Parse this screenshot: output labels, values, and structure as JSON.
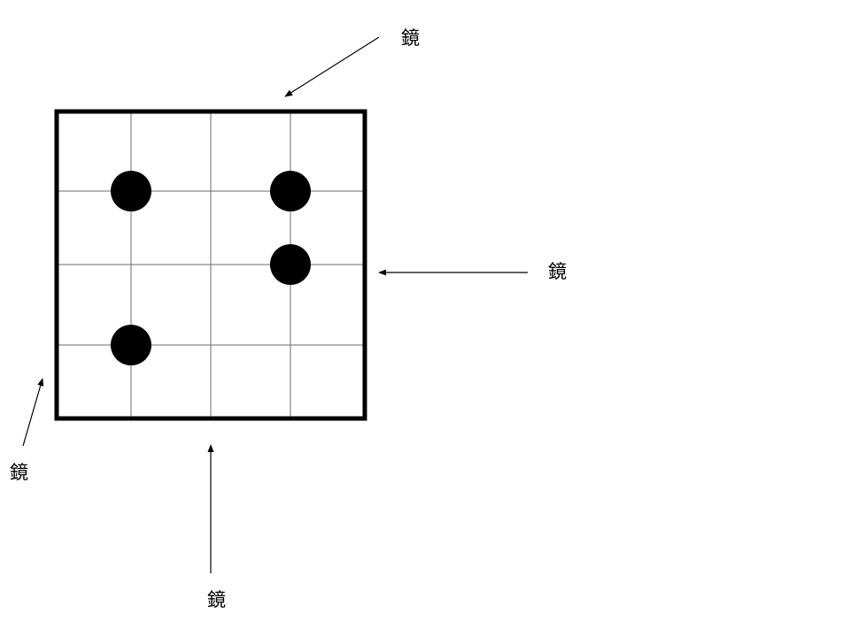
{
  "board": {
    "rows": 4,
    "cols": 4,
    "stones": [
      {
        "row": 1,
        "col": 1
      },
      {
        "row": 1,
        "col": 3
      },
      {
        "row": 2,
        "col": 3
      },
      {
        "row": 3,
        "col": 1
      }
    ]
  },
  "mirrors": [
    {
      "id": "top",
      "label": "鏡"
    },
    {
      "id": "right",
      "label": "鏡"
    },
    {
      "id": "bottom-left",
      "label": "鏡"
    },
    {
      "id": "bottom",
      "label": "鏡"
    }
  ],
  "colors": {
    "background": "#ffffff",
    "line": "#000000",
    "grid_line": "#6b6b6b",
    "stone": "#000000"
  }
}
